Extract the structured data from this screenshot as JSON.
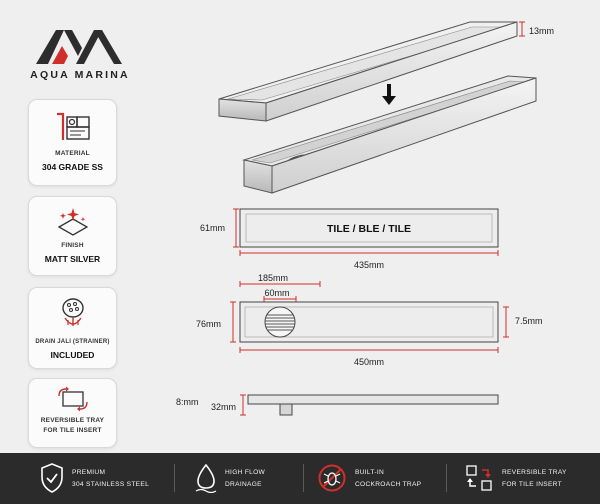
{
  "brand": {
    "name": "AQUA MARINA",
    "accent": "#d0302a",
    "dark": "#2d2d2d"
  },
  "side_cards": [
    {
      "icon": "material-icon",
      "line1": "MATERIAL",
      "line2": "304 GRADE SS"
    },
    {
      "icon": "finish-sparkle-icon",
      "line1": "FINISH",
      "line2": "MATT SILVER"
    },
    {
      "icon": "drain-jali-icon",
      "line1": "DRAIN JALI (STRAINER)",
      "line2": "INCLUDED"
    },
    {
      "icon": "reversible-arrows-icon",
      "line1": "REVERSIBLE TRAY",
      "line2": "FOR TILE INSERT"
    }
  ],
  "dimensions": {
    "tray_depth": "13mm",
    "front_height": "61mm",
    "front_label": "TILE / BLE / TILE",
    "front_width": "435mm",
    "top_width_185": "185mm",
    "top_width_60": "60mm",
    "top_height": "76mm",
    "top_height_right": "7.5mm",
    "top_length": "450mm",
    "side_outlet_label": "8:mm",
    "side_height": "32mm"
  },
  "features": [
    {
      "icon": "shield-check-icon",
      "line1": "PREMIUM",
      "line2": "304 STAINLESS STEEL"
    },
    {
      "icon": "water-drop-icon",
      "line1": "HIGH FLOW",
      "line2": "DRAINAGE"
    },
    {
      "icon": "no-cockroach-icon",
      "line1": "BUILT-IN",
      "line2": "COCKROACH TRAP"
    },
    {
      "icon": "reversible-tray-icon",
      "line1": "REVERSIBLE TRAY",
      "line2": "FOR TILE INSERT"
    }
  ]
}
